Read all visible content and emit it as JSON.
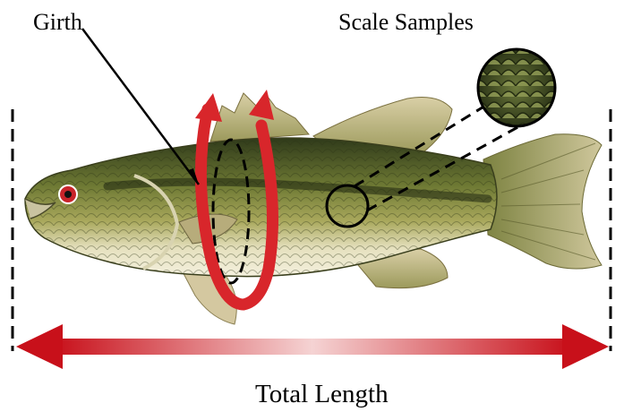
{
  "labels": {
    "girth": "Girth",
    "scale_samples": "Scale Samples",
    "total_length": "Total Length"
  },
  "colors": {
    "arrow_red": "#d8262b",
    "fish_back": "#3e4a22",
    "fish_mid": "#8d9443",
    "fish_belly": "#f1ecd2",
    "fin": "#c9b990",
    "eye_red": "#c8242a"
  },
  "illustration": {
    "subject": "largemouth-bass",
    "measurements": [
      "girth",
      "scale-samples",
      "total-length"
    ]
  }
}
